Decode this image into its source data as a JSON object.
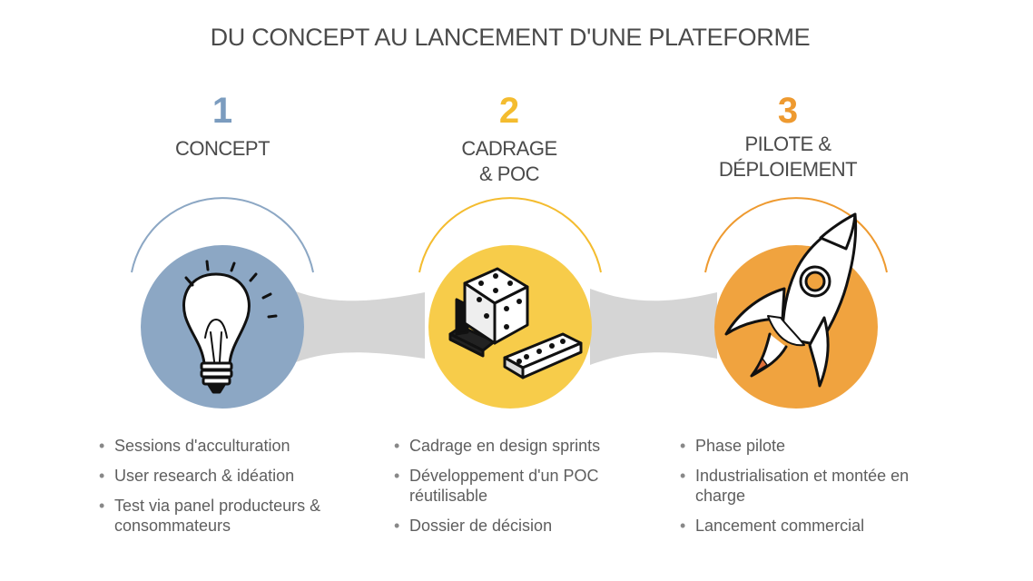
{
  "title": "DU CONCEPT AU LANCEMENT D'UNE PLATEFORME",
  "stages": [
    {
      "number": "1",
      "label_lines": [
        "CONCEPT"
      ],
      "icon": "lightbulb-icon",
      "color": "#7b9cbf",
      "circle_color": "#8ca7c4",
      "bullets": [
        "Sessions d'acculturation",
        "User research & idéation",
        "Test via panel producteurs & consommateurs"
      ]
    },
    {
      "number": "2",
      "label_lines": [
        "CADRAGE",
        "& POC"
      ],
      "icon": "building-blocks-icon",
      "color": "#f4bc2f",
      "circle_color": "#f7cc4a",
      "bullets": [
        "Cadrage en design sprints",
        "Développement d'un POC réutilisable",
        "Dossier de décision"
      ]
    },
    {
      "number": "3",
      "label_lines": [
        "PILOTE &",
        "DÉPLOIEMENT"
      ],
      "icon": "rocket-icon",
      "color": "#ee9a30",
      "circle_color": "#f0a33f",
      "bullets": [
        "Phase pilote",
        "Industrialisation et montée en charge",
        "Lancement commercial"
      ]
    }
  ],
  "connector_color": "#d5d5d5"
}
